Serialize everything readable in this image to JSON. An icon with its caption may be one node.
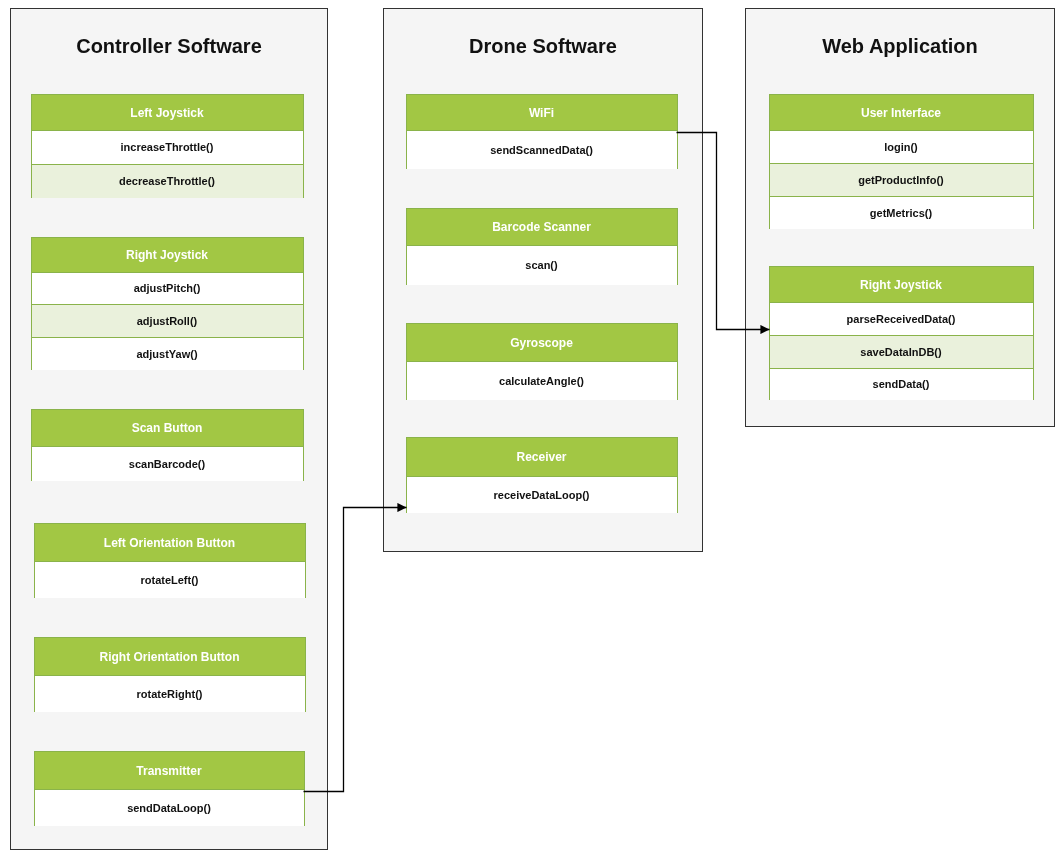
{
  "diagram": {
    "nodes": [
      {
        "text": [
          "Controller Software"
        ]
      },
      {
        "text": [
          "Left Joystick"
        ],
        "in": 0
      },
      {
        "text": [
          "increaseThrottle()"
        ],
        "in": 1
      },
      {
        "text": [
          "decreaseThrottle()"
        ],
        "in": 1
      },
      {
        "text": [
          "Right Joystick"
        ],
        "in": 0
      },
      {
        "text": [
          "adjustPitch()"
        ],
        "in": 4
      },
      {
        "text": [
          "adjustRoll()"
        ],
        "in": 4
      },
      {
        "text": [
          "adjustYaw()"
        ],
        "in": 4
      },
      {
        "text": [
          "Scan Button"
        ],
        "in": 0
      },
      {
        "text": [
          "scanBarcode()"
        ],
        "in": 8
      },
      {
        "text": [
          "Left Orientation Button"
        ],
        "in": 0
      },
      {
        "text": [
          "rotateLeft()"
        ],
        "in": 10
      },
      {
        "text": [
          "Right Orientation Button"
        ],
        "in": 0
      },
      {
        "text": [
          "rotateRight()"
        ],
        "in": 12
      },
      {
        "text": [
          "Transmitter"
        ],
        "in": 0
      },
      {
        "text": [
          "sendDataLoop()"
        ],
        "in": 14
      },
      {
        "text": [
          "Drone Software"
        ]
      },
      {
        "text": [
          "WiFi"
        ],
        "in": 16
      },
      {
        "text": [
          "sendScannedData()"
        ],
        "in": 17
      },
      {
        "text": [
          "Barcode Scanner"
        ],
        "in": 16
      },
      {
        "text": [
          "scan()"
        ],
        "in": 19
      },
      {
        "text": [
          "Gyroscope"
        ],
        "in": 16
      },
      {
        "text": [
          "calculateAngle()"
        ],
        "in": 21
      },
      {
        "text": [
          "Receiver"
        ],
        "in": 16
      },
      {
        "text": [
          "receiveDataLoop()"
        ],
        "in": 23
      },
      {
        "text": [
          "Web Application"
        ]
      },
      {
        "text": [
          "User Interface"
        ],
        "in": 25
      },
      {
        "text": [
          "login()"
        ],
        "in": 26
      },
      {
        "text": [
          "getProductInfo()"
        ],
        "in": 26
      },
      {
        "text": [
          "getMetrics()"
        ],
        "in": 26
      },
      {
        "text": [
          "Right Joystick"
        ],
        "in": 25
      },
      {
        "text": [
          "parseReceivedData()"
        ],
        "in": 30
      },
      {
        "text": [
          "saveDataInDB()"
        ],
        "in": 30
      },
      {
        "text": [
          "sendData()"
        ],
        "in": 30
      }
    ],
    "edges": [
      {
        "from": 18,
        "to": 31,
        "arrow": "to"
      },
      {
        "from": 15,
        "to": 24,
        "arrow": "to"
      }
    ]
  }
}
